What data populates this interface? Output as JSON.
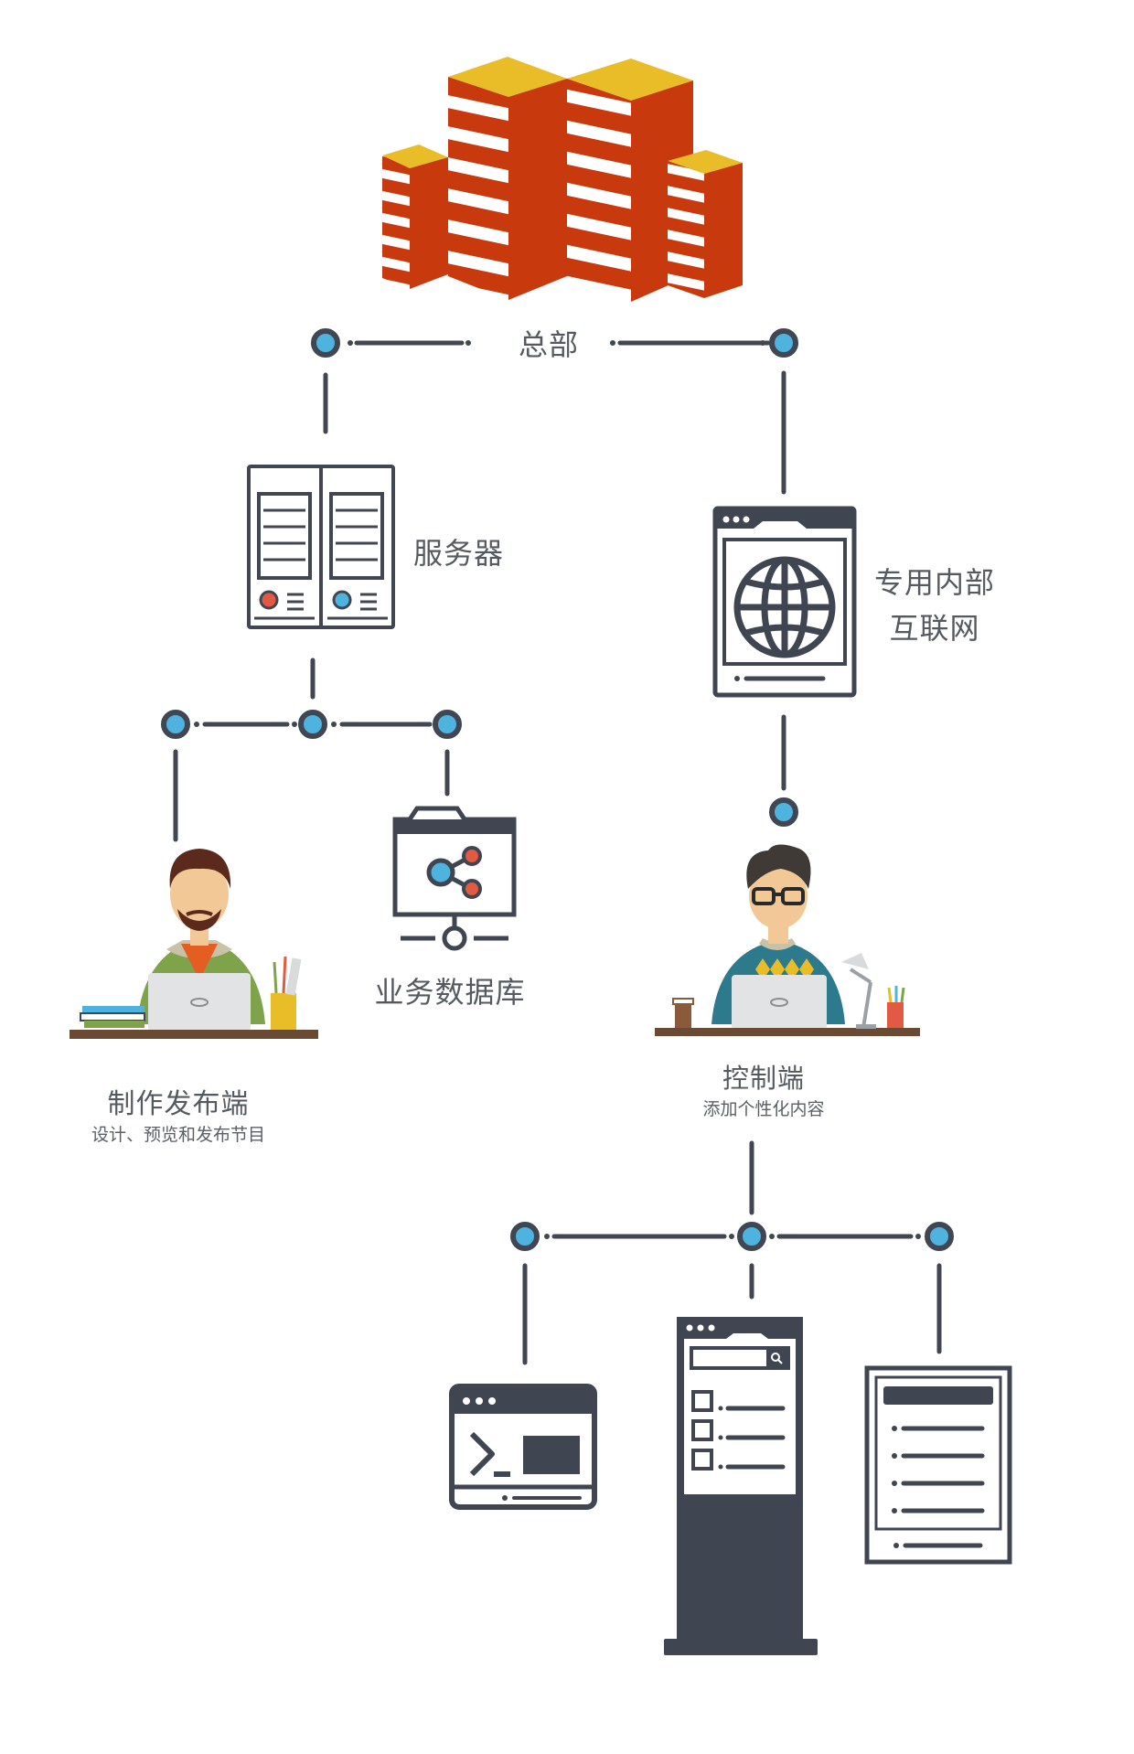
{
  "labels": {
    "headquarters": "总部",
    "server": "服务器",
    "private_internet_line1": "专用内部",
    "private_internet_line2": "互联网",
    "business_db": "业务数据库",
    "publisher_title": "制作发布端",
    "publisher_sub": "设计、预览和发布节目",
    "control_title": "控制端",
    "control_sub": "添加个性化内容"
  },
  "colors": {
    "line": "#404652",
    "node_fill": "#4fb3e0",
    "building_red": "#c8390e",
    "building_top": "#e9bd28",
    "device_dark": "#3f4651",
    "accent_red": "#e15a41"
  },
  "icons": {
    "headquarters": "office-buildings-icon",
    "server": "server-rack-icon",
    "internet": "globe-browser-icon",
    "database": "share-folder-icon",
    "terminal": "terminal-window-icon",
    "kiosk": "kiosk-screen-icon",
    "document": "document-list-icon"
  }
}
